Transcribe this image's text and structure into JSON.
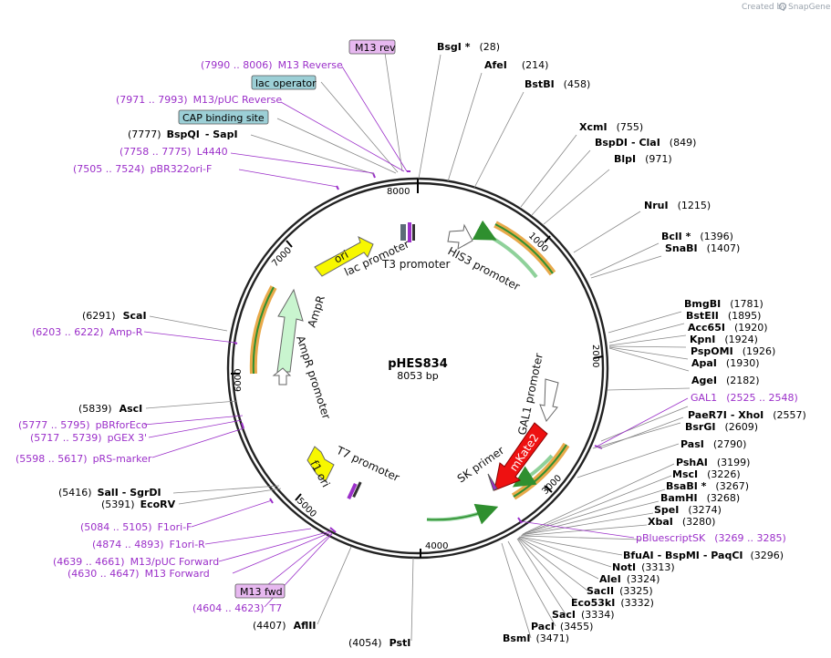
{
  "brand": {
    "created_by": "Created by",
    "product": "SnapGene"
  },
  "plasmid": {
    "name": "pHES834",
    "length": "8053 bp"
  },
  "ticks": [
    "1000",
    "2000",
    "3000",
    "4000",
    "5000",
    "6000",
    "7000",
    "8000"
  ],
  "features": {
    "ori": "ori",
    "lac_promoter": "lac promoter",
    "t3_promoter": "T3 promoter",
    "his3_promoter": "HIS3 promoter",
    "ampr": "AmpR",
    "ampr_promoter": "AmpR promoter",
    "gal1_promoter": "GAL1 promoter",
    "mkate2": "mKate2",
    "sk_primer": "SK primer",
    "t7_promoter": "T7 promoter",
    "f1_ori": "f1 ori"
  },
  "boxed": {
    "m13rev": "M13 rev",
    "lacop": "lac operator",
    "cap": "CAP binding site",
    "m13fwd": "M13 fwd"
  },
  "primers": [
    {
      "range": "(7990 .. 8006)",
      "name": "M13 Reverse"
    },
    {
      "range": "(7971 .. 7993)",
      "name": "M13/pUC Reverse"
    },
    {
      "range": "(7758 .. 7775)",
      "name": "L4440"
    },
    {
      "range": "(7505 .. 7524)",
      "name": "pBR322ori-F"
    },
    {
      "range": "(6203 .. 6222)",
      "name": "Amp-R"
    },
    {
      "range": "(5777 .. 5795)",
      "name": "pBRforEco"
    },
    {
      "range": "(5717 .. 5739)",
      "name": "pGEX 3'"
    },
    {
      "range": "(5598 .. 5617)",
      "name": "pRS-marker"
    },
    {
      "range": "(5084 .. 5105)",
      "name": "F1ori-F"
    },
    {
      "range": "(4874 .. 4893)",
      "name": "F1ori-R"
    },
    {
      "range": "(4639 .. 4661)",
      "name": "M13/pUC Forward"
    },
    {
      "range": "(4630 .. 4647)",
      "name": "M13 Forward"
    },
    {
      "range": "(4604 .. 4623)",
      "name": "T7"
    },
    {
      "name": "GAL1",
      "range": "(2525 .. 2548)"
    },
    {
      "name": "pBluescriptSK",
      "range": "(3269 .. 3285)"
    }
  ],
  "sites": [
    {
      "name": "BsgI *",
      "pos": "(28)"
    },
    {
      "name": "AfeI",
      "pos": "(214)"
    },
    {
      "name": "BstBI",
      "pos": "(458)"
    },
    {
      "name": "XcmI",
      "pos": "(755)"
    },
    {
      "name": "BspDI",
      "name2": "ClaI",
      "pos": "(849)"
    },
    {
      "name": "BlpI",
      "pos": "(971)"
    },
    {
      "name": "NruI",
      "pos": "(1215)"
    },
    {
      "name": "BclI *",
      "pos": "(1396)"
    },
    {
      "name": "SnaBI",
      "pos": "(1407)"
    },
    {
      "name": "BmgBI",
      "pos": "(1781)"
    },
    {
      "name": "BstEII",
      "pos": "(1895)"
    },
    {
      "name": "Acc65I",
      "pos": "(1920)"
    },
    {
      "name": "KpnI",
      "pos": "(1924)"
    },
    {
      "name": "PspOMI",
      "pos": "(1926)"
    },
    {
      "name": "ApaI",
      "pos": "(1930)"
    },
    {
      "name": "AgeI",
      "pos": "(2182)"
    },
    {
      "name": "PaeR7I",
      "name2": "XhoI",
      "pos": "(2557)"
    },
    {
      "name": "BsrGI",
      "pos": "(2609)"
    },
    {
      "name": "PasI",
      "pos": "(2790)"
    },
    {
      "name": "PshAI",
      "pos": "(3199)"
    },
    {
      "name": "MscI",
      "pos": "(3226)"
    },
    {
      "name": "BsaBI *",
      "pos": "(3267)"
    },
    {
      "name": "BamHI",
      "pos": "(3268)"
    },
    {
      "name": "SpeI",
      "pos": "(3274)"
    },
    {
      "name": "XbaI",
      "pos": "(3280)"
    },
    {
      "name": "BfuAI",
      "name2": "BspMI",
      "name3": "PaqCI",
      "pos": "(3296)"
    },
    {
      "name": "NotI",
      "pos": "(3313)"
    },
    {
      "name": "AleI",
      "pos": "(3324)"
    },
    {
      "name": "SacII",
      "pos": "(3325)"
    },
    {
      "name": "Eco53kI",
      "pos": "(3332)"
    },
    {
      "name": "SacI",
      "pos": "(3334)"
    },
    {
      "name": "PacI",
      "pos": "(3455)"
    },
    {
      "name": "BsmI",
      "pos": "(3471)"
    },
    {
      "name": "PstI",
      "pos": "(4054)"
    },
    {
      "name": "AflII",
      "pos": "(4407)"
    },
    {
      "name": "EcoRV",
      "pos": "(5391)"
    },
    {
      "name": "SalI",
      "name2": "SgrDI",
      "pos": "(5416)"
    },
    {
      "name": "AscI",
      "pos": "(5839)"
    },
    {
      "name": "ScaI",
      "pos": "(6291)"
    },
    {
      "name": "BspQI",
      "name2": "SapI",
      "pos": "(7777)"
    }
  ],
  "colors": {
    "primer": "#9b2fc9",
    "orf_green": "#7ed08e",
    "ori_yellow": "#f7f700",
    "mkate": "#ee1111",
    "box_purple": "#e7b8f0",
    "box_teal": "#9ccfd6",
    "track_orange": "#e8a94a"
  }
}
